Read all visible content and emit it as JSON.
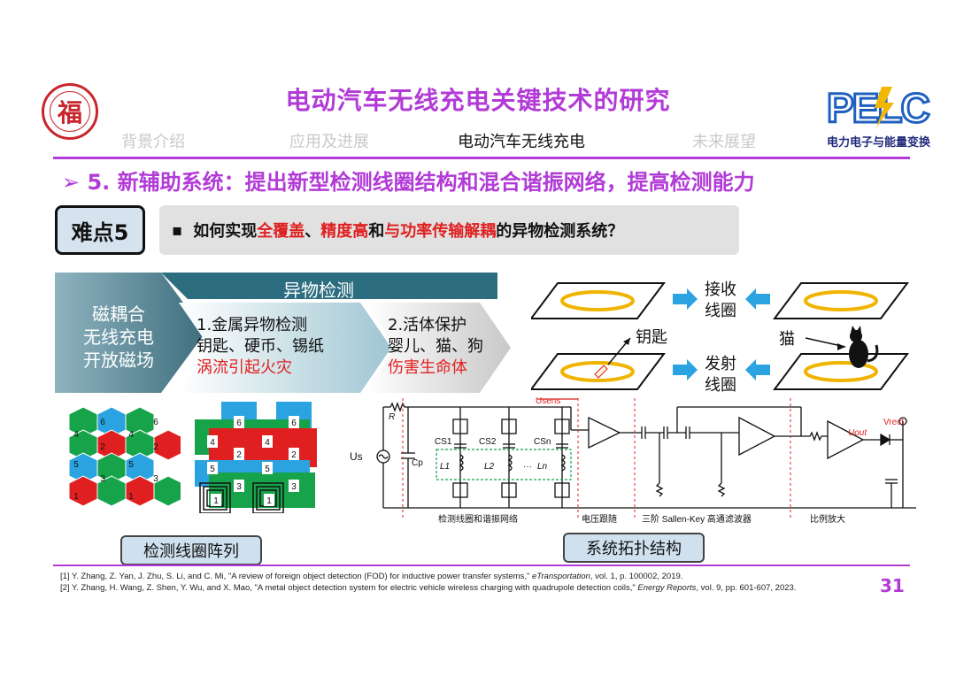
{
  "header": {
    "university_logo_char": "福",
    "title": "电动汽车无线充电关键技术的研究",
    "nav": [
      {
        "label": "背景介绍",
        "active": false
      },
      {
        "label": "应用及进展",
        "active": false
      },
      {
        "label": "电动汽车无线充电",
        "active": true
      },
      {
        "label": "未来展望",
        "active": false
      }
    ],
    "lab_logo_text": "PELC",
    "lab_caption": "电力电子与能量变换"
  },
  "subtitle": "➢ 5. 新辅助系统：提出新型检测线圈结构和混合谐振网络，提高检测能力",
  "difficulty": {
    "badge": "难点5",
    "bullet": "▪",
    "question_parts": [
      {
        "text": "如何实现",
        "red": false
      },
      {
        "text": "全覆盖",
        "red": true
      },
      {
        "text": "、",
        "red": false
      },
      {
        "text": "精度高",
        "red": true
      },
      {
        "text": "和",
        "red": false
      },
      {
        "text": "与功率传输解耦",
        "red": true
      },
      {
        "text": "的异物检测系统？",
        "red": false
      }
    ]
  },
  "fod": {
    "header": "异物检测",
    "left": [
      "磁耦合",
      "无线充电",
      "开放磁场"
    ],
    "metal": {
      "title": "1.金属异物检测",
      "items": "钥匙、硬币、锡纸",
      "risk": "涡流引起火灾"
    },
    "live": {
      "title": "2.活体保护",
      "items": "婴儿、猫、狗",
      "risk": "伤害生命体"
    }
  },
  "coils": {
    "receive": "接收\n线圈",
    "transmit": "发射\n线圈",
    "key": "钥匙",
    "cat": "猫"
  },
  "array": {
    "hex_numbers": [
      "6",
      "6",
      "4",
      "4",
      "2",
      "2",
      "5",
      "5",
      "3",
      "3",
      "1",
      "1"
    ],
    "square_numbers": [
      "6",
      "6",
      "4",
      "4",
      "2",
      "2",
      "5",
      "5",
      "3",
      "3",
      "1",
      "1"
    ],
    "label": "检测线圈阵列"
  },
  "circuit": {
    "usens": "Usens",
    "R": "R",
    "us": "Us",
    "cp": "Cp",
    "cs": [
      "CS1",
      "CS2",
      "CSn"
    ],
    "L": [
      "L1",
      "L2",
      "···",
      "Ln"
    ],
    "uout": "Uout",
    "vrect": "Vrect",
    "sections": [
      "检测线圈和谐振网络",
      "电压跟随",
      "三阶 Sallen-Key 高通滤波器",
      "比例放大"
    ],
    "label": "系统拓扑结构"
  },
  "references": [
    {
      "pre": "[1] Y. Zhang, Z. Yan, J. Zhu, S. Li, and C. Mi, \"A review of foreign object detection (FOD) for inductive power transfer systems,\" ",
      "journal": "eTransportation",
      "post": ", vol. 1, p. 100002, 2019."
    },
    {
      "pre": "[2] Y. Zhang, H. Wang, Z. Shen, Y. Wu, and X. Mao, \"A metal object detection system for electric vehicle wireless charging with quadrupole detection coils,\" ",
      "journal": "Energy Reports",
      "post": ", vol. 9, pp. 601-607, 2023."
    }
  ],
  "page_number": "31",
  "colors": {
    "accent": "#b23bd7",
    "red": "#e02020",
    "coil_ring": "#f0b400",
    "teal_dark": "#2c6e80",
    "hex_red": "#e02020",
    "hex_green": "#16a34a",
    "hex_blue": "#2aa3e0"
  }
}
